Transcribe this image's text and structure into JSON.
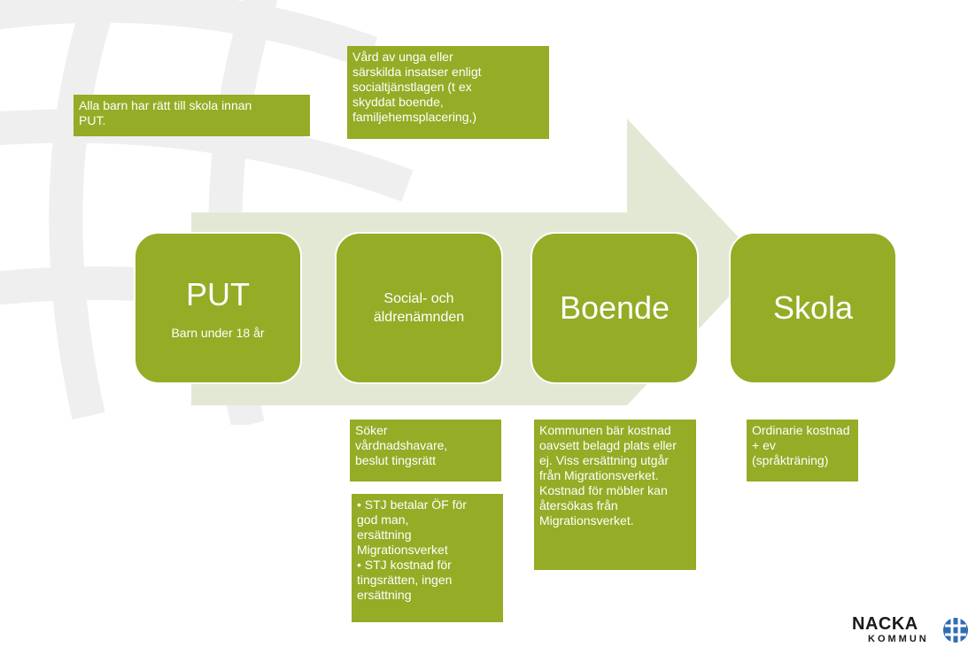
{
  "steps": [
    {
      "title": "PUT",
      "subtitle": "Barn under 18 år"
    },
    {
      "title": "Social- och äldrenämnden"
    },
    {
      "title": "Boende"
    },
    {
      "title": "Skola"
    }
  ],
  "notes": {
    "skola_put": [
      "Alla barn har rätt till skola innan",
      "PUT."
    ],
    "vard": [
      "Vård av unga eller",
      "särskilda insatser enligt",
      "socialtjänstlagen (t ex",
      "skyddat boende,",
      "familjehemsplacering,)"
    ],
    "soker": [
      "Söker",
      "vårdnadshavare,",
      "beslut tingsrätt"
    ],
    "stj": [
      "• STJ betalar ÖF för",
      "god man,",
      "ersättning",
      "Migrationsverket",
      "• STJ kostnad för",
      "tingsrätten, ingen",
      "ersättning"
    ],
    "kommunen": [
      "Kommunen bär kostnad",
      "oavsett belagd plats eller",
      "ej. Viss ersättning utgår",
      "från Migrationsverket.",
      "Kostnad för möbler kan",
      "återsökas från",
      "Migrationsverket."
    ],
    "ordinarie": [
      "Ordinarie kostnad",
      "+ ev",
      "(språkträning)"
    ]
  },
  "logo": {
    "line1": "NACKA",
    "line2": "KOMMUN",
    "icon": "nacka-globe-icon"
  },
  "colors": {
    "box": "#94ac26",
    "arrow": "#e3e8d5",
    "globe": "#f1f1f1",
    "logo_blue": "#2e6db4"
  }
}
